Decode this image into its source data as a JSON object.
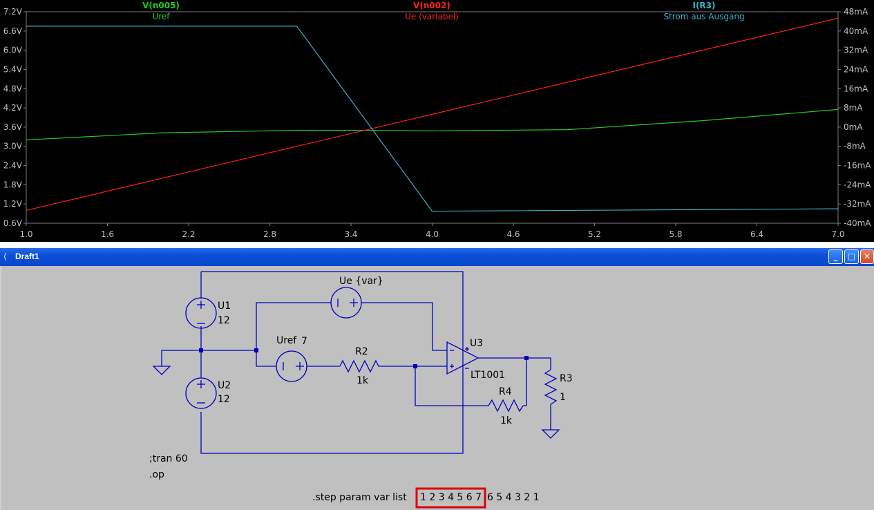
{
  "plot": {
    "traces": [
      {
        "name": "V(n005)",
        "alias": "Uref",
        "color": "#22cc22"
      },
      {
        "name": "V(n002)",
        "alias": "Ue (variabel)",
        "color": "#ff2020"
      },
      {
        "name": "I(R3)",
        "alias": "Strom aus Ausgang",
        "color": "#3ab0c8"
      }
    ]
  },
  "chart_data": {
    "type": "line",
    "x": [
      1.0,
      2.0,
      3.0,
      4.0,
      5.0,
      6.0,
      7.0
    ],
    "xticks": [
      "1.0",
      "1.6",
      "2.2",
      "2.8",
      "3.4",
      "4.0",
      "4.6",
      "5.2",
      "5.8",
      "6.4",
      "7.0"
    ],
    "xlim": [
      1.0,
      7.0
    ],
    "yleft_ticks": [
      "7.2V",
      "6.6V",
      "6.0V",
      "5.4V",
      "4.8V",
      "4.2V",
      "3.6V",
      "3.0V",
      "2.4V",
      "1.8V",
      "1.2V",
      "0.6V"
    ],
    "yleft_lim": [
      0.6,
      7.2
    ],
    "yright_ticks": [
      "48mA",
      "40mA",
      "32mA",
      "24mA",
      "16mA",
      "8mA",
      "0mA",
      "-8mA",
      "-16mA",
      "-24mA",
      "-32mA",
      "-40mA"
    ],
    "yright_lim": [
      -40,
      48
    ],
    "series": [
      {
        "name": "V(n005)",
        "axis": "left",
        "x": [
          1.0,
          2.0,
          3.0,
          3.5,
          4.0,
          5.0,
          6.0,
          7.0
        ],
        "values": [
          3.2,
          3.42,
          3.5,
          3.5,
          3.48,
          3.52,
          3.8,
          4.15
        ]
      },
      {
        "name": "V(n002)",
        "axis": "left",
        "x": [
          1.0,
          7.0
        ],
        "values": [
          1.0,
          7.0
        ]
      },
      {
        "name": "I(R3)",
        "axis": "right",
        "x": [
          1.0,
          3.0,
          4.0,
          7.0
        ],
        "values": [
          42,
          42,
          -35,
          -34
        ]
      }
    ]
  },
  "window": {
    "title": "Draft1",
    "minimize": "_",
    "maximize": "□",
    "close": "✕"
  },
  "schematic": {
    "U1_name": "U1",
    "U1_value": "12",
    "U2_name": "U2",
    "U2_value": "12",
    "Ue_label": "Ue {var}",
    "Uref_name": "Uref",
    "Uref_value": "7",
    "R2_name": "R2",
    "R2_value": "1k",
    "R3_name": "R3",
    "R3_value": "1",
    "R4_name": "R4",
    "R4_value": "1k",
    "U3_name": "U3",
    "U3_value": "LT1001",
    "directive_tran": ";tran 60",
    "directive_op": ".op",
    "step_prefix": ".step param var list",
    "step_boxed": "1 2 3 4 5 6 7",
    "step_rest": "6 5 4 3 2 1"
  }
}
